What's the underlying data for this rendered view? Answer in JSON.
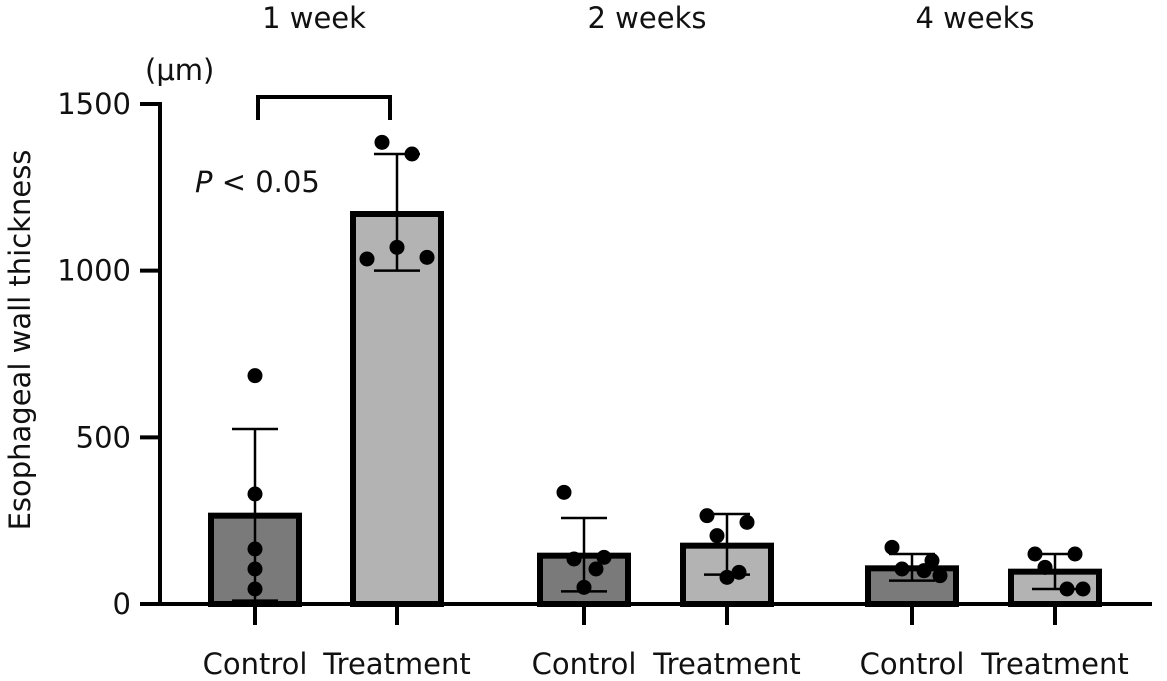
{
  "chart_data": {
    "type": "bar",
    "ylabel": "Esophageal wall thickness",
    "yunit": "(μm)",
    "ylim": [
      0,
      1500
    ],
    "yticks": [
      0,
      500,
      1000,
      1500
    ],
    "groups": [
      "1 week",
      "2 weeks",
      "4 weeks"
    ],
    "categories": [
      "Control",
      "Treatment"
    ],
    "bars": [
      {
        "group": "1 week",
        "category": "Control",
        "mean": 265,
        "sd_upper": 525,
        "sd_lower": 10,
        "points": [
          685,
          330,
          165,
          105,
          45
        ]
      },
      {
        "group": "1 week",
        "category": "Treatment",
        "mean": 1170,
        "sd_upper": 1350,
        "sd_lower": 1000,
        "points": [
          1385,
          1350,
          1070,
          1035,
          1040
        ]
      },
      {
        "group": "2 weeks",
        "category": "Control",
        "mean": 145,
        "sd_upper": 258,
        "sd_lower": 38,
        "points": [
          335,
          140,
          135,
          105,
          50
        ]
      },
      {
        "group": "2 weeks",
        "category": "Treatment",
        "mean": 175,
        "sd_upper": 270,
        "sd_lower": 88,
        "points": [
          265,
          245,
          205,
          95,
          80
        ]
      },
      {
        "group": "4 weeks",
        "category": "Control",
        "mean": 107,
        "sd_upper": 150,
        "sd_lower": 70,
        "points": [
          170,
          130,
          105,
          100,
          85
        ]
      },
      {
        "group": "4 weeks",
        "category": "Treatment",
        "mean": 97,
        "sd_upper": 150,
        "sd_lower": 45,
        "points": [
          150,
          150,
          110,
          45,
          45
        ]
      }
    ],
    "annotation": {
      "p_symbol": "P",
      "p_text": " < 0.05",
      "between": [
        "1 week Control",
        "1 week Treatment"
      ]
    },
    "colors": {
      "control": "#7a7a7a",
      "treatment": "#b3b3b3",
      "outline": "#000000"
    }
  }
}
